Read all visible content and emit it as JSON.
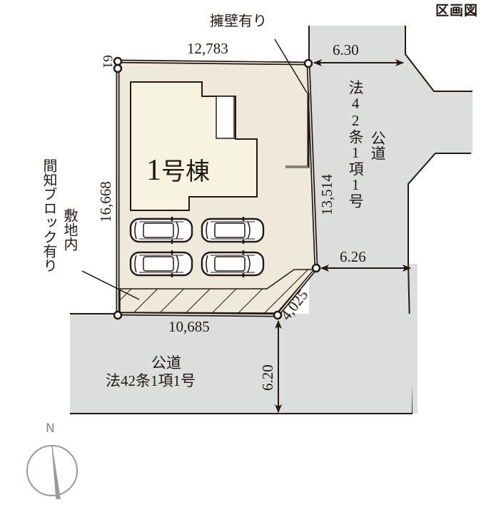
{
  "title": "区画図",
  "lot": {
    "building_label_num": "1",
    "building_label_text": "号棟",
    "parking_spaces": 4,
    "colors": {
      "lot_fill": "#efe9db",
      "building_fill": "#f6f4e1",
      "road_fill": "#dcdddd",
      "line": "#231815"
    }
  },
  "dimensions": {
    "top": "12,783",
    "left": "16,668",
    "right": "13,514",
    "bottom": "10,685",
    "corner_cut": "4,025",
    "top_left_offset": "61"
  },
  "roads": {
    "east": {
      "width": "6.30",
      "width_lower": "6.26",
      "label_name": "公道",
      "label_law": "法42条1項1号"
    },
    "south": {
      "width": "6.20",
      "label_name": "公道",
      "label_law": "法42条1項1号"
    }
  },
  "annotations": {
    "retaining_wall": "擁壁有り",
    "inside_lot": "敷地内",
    "block_wall": "間知ブロック有り"
  },
  "compass": {
    "label": "N"
  }
}
